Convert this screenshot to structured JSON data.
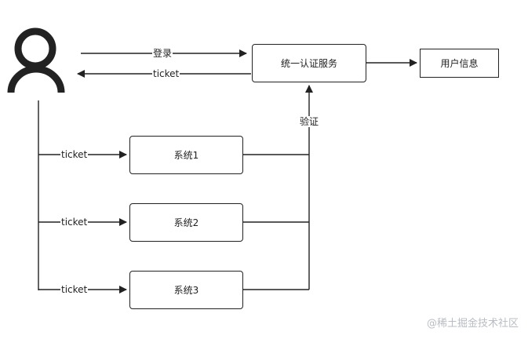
{
  "diagram": {
    "nodes": {
      "auth_service": {
        "label": "统一认证服务"
      },
      "user_info": {
        "label": "用户信息"
      },
      "system_1": {
        "label": "系统1"
      },
      "system_2": {
        "label": "系统2"
      },
      "system_3": {
        "label": "系统3"
      }
    },
    "edges": {
      "login": {
        "label": "登录"
      },
      "ticket_return": {
        "label": "ticket"
      },
      "verify": {
        "label": "验证"
      },
      "ticket_system_1": {
        "label": "ticket"
      },
      "ticket_system_2": {
        "label": "ticket"
      },
      "ticket_system_3": {
        "label": "ticket"
      }
    },
    "actor": {
      "icon": "user-icon"
    },
    "colors": {
      "stroke": "#222222",
      "text": "#222222",
      "watermark": "#b9bcc2"
    }
  },
  "watermark": {
    "text": "@稀土掘金技术社区"
  }
}
